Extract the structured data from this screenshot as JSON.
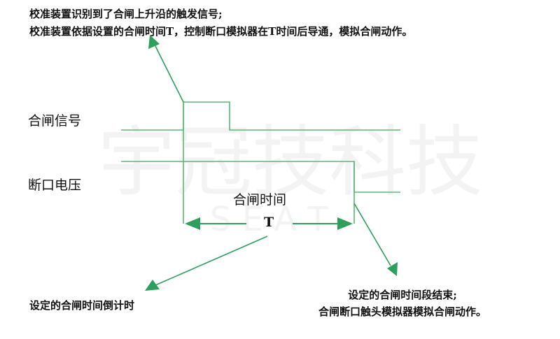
{
  "annotations": {
    "top_line1": "校准装置识别到了合闸上升沿的触发信号;",
    "top_line2": "校准装置依据设置的合闸时间T，控制断口模拟器在T时间后导通，模拟合闸动作。",
    "bottom_left": "设定的合闸时间倒计时",
    "bottom_right_line1": "设定的合闸时间段结束;",
    "bottom_right_line2": "合闸断口触头模拟器模拟合闸动作。"
  },
  "signals": {
    "close_signal": "合闸信号",
    "break_voltage": "断口电压"
  },
  "interval": {
    "label": "合闸时间",
    "symbol": "T"
  },
  "watermark": {
    "text": "宇冠技科技",
    "sub": "S E A T"
  },
  "colors": {
    "line": "#5cb87a",
    "arrow": "#2e9e5c",
    "text": "#111111"
  }
}
